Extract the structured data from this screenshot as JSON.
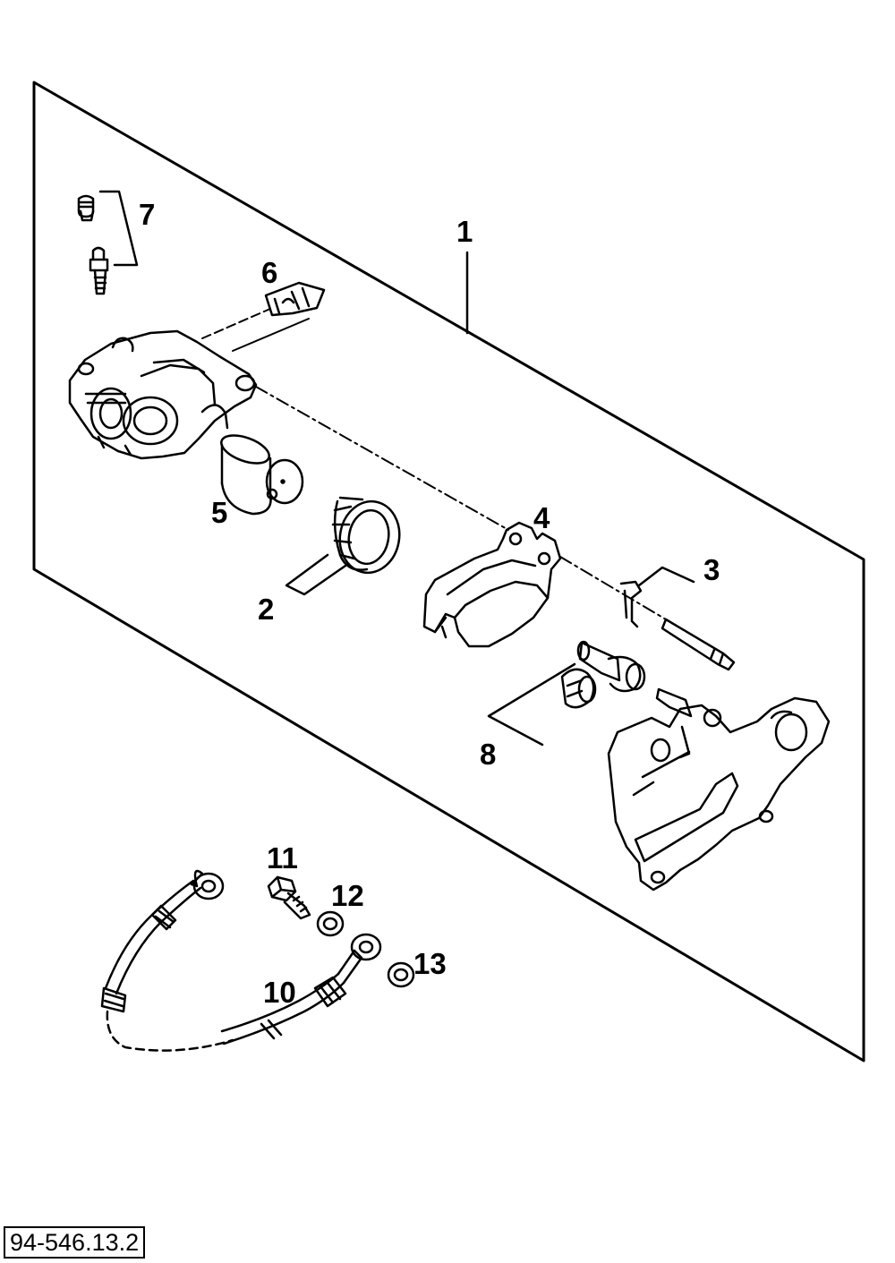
{
  "callouts": {
    "p1": "1",
    "p2": "2",
    "p3": "3",
    "p4": "4",
    "p5": "5",
    "p6": "6",
    "p7": "7",
    "p8": "8",
    "p10": "10",
    "p11": "11",
    "p12": "12",
    "p13": "13"
  },
  "drawing_number": "94-546.13.2",
  "colors": {
    "ink": "#000000",
    "paper": "#ffffff"
  }
}
